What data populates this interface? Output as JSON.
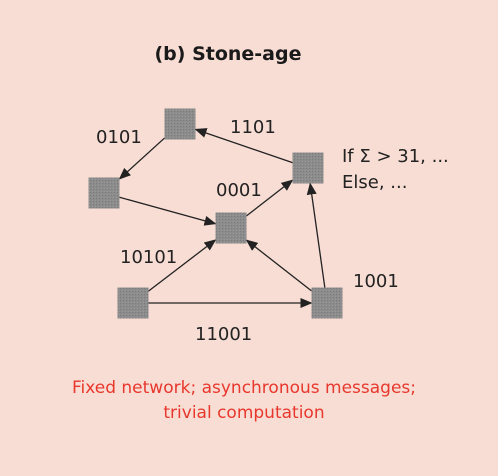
{
  "title": "(b) Stone-age",
  "nodes": [
    {
      "id": "top"
    },
    {
      "id": "left"
    },
    {
      "id": "center"
    },
    {
      "id": "right"
    },
    {
      "id": "bottom-left"
    },
    {
      "id": "bottom-right"
    }
  ],
  "edges": [
    {
      "from": "top",
      "to": "left",
      "label": "0101"
    },
    {
      "from": "right",
      "to": "top",
      "label": "1101"
    },
    {
      "from": "left",
      "to": "center",
      "label": ""
    },
    {
      "from": "center",
      "to": "right",
      "label": "0001"
    },
    {
      "from": "bottom-left",
      "to": "center",
      "label": "10101"
    },
    {
      "from": "bottom-left",
      "to": "bottom-right",
      "label": "11001"
    },
    {
      "from": "bottom-right",
      "to": "center",
      "label": ""
    },
    {
      "from": "bottom-right",
      "to": "right",
      "label": "1001"
    }
  ],
  "rule": {
    "line1": "If Σ > 31, ...",
    "line2": "Else, ..."
  },
  "caption": {
    "line1": "Fixed network; asynchronous messages;",
    "line2": "trivial computation"
  },
  "colors": {
    "background": "#f8ddd4",
    "node": "#8c8c8c",
    "edge": "#222222",
    "caption": "#e8372c"
  }
}
